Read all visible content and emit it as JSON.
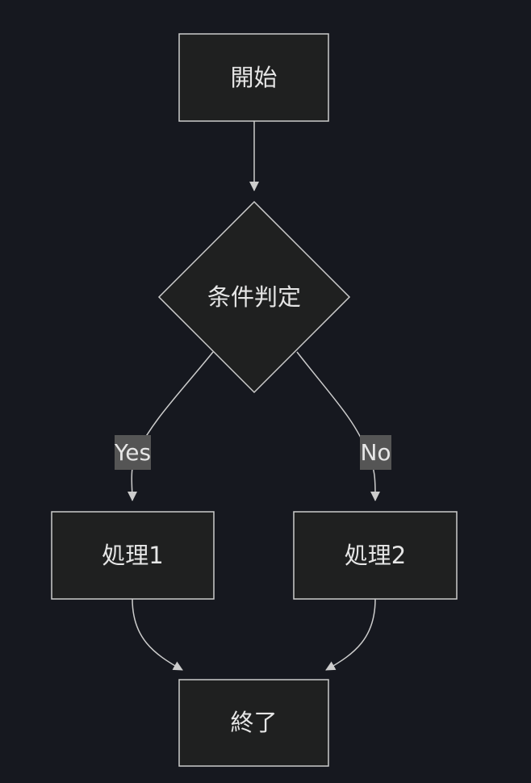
{
  "diagram": {
    "nodes": {
      "start": "開始",
      "decision": "条件判定",
      "process1": "処理1",
      "process2": "処理2",
      "end": "終了"
    },
    "edge_labels": {
      "yes": "Yes",
      "no": "No"
    },
    "colors": {
      "background": "#16181f",
      "node_fill": "#1f2020",
      "node_stroke": "#cccccc",
      "edge": "#cccccc",
      "label_background": "#555555",
      "text": "#e6e6e6"
    }
  }
}
